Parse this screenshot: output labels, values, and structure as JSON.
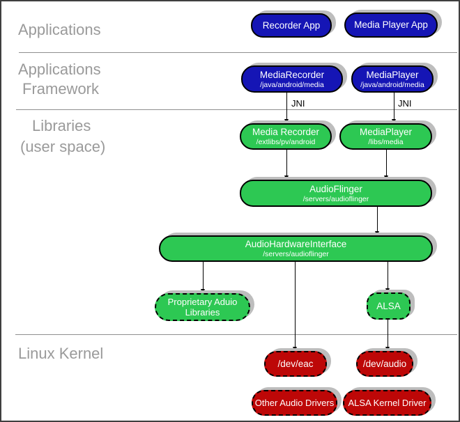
{
  "colors": {
    "blue": "#1515b5",
    "green": "#2dc853",
    "red": "#bd0707",
    "shadow": "#bdbdbd",
    "label_gray": "#9a9a9a",
    "divider_gray": "#8f8f8f"
  },
  "sections": {
    "applications": "Applications",
    "framework_line1": "Applications",
    "framework_line2": "Framework",
    "libraries_line1": "Libraries",
    "libraries_line2": "(user space)",
    "kernel": "Linux Kernel"
  },
  "annotations": {
    "jni_left": "JNI",
    "jni_right": "JNI"
  },
  "boxes": {
    "recorder_app": {
      "label": "Recorder App"
    },
    "media_player_app": {
      "label": "Media Player App"
    },
    "media_recorder_fw": {
      "label": "MediaRecorder",
      "sublabel": "/java/android/media"
    },
    "media_player_fw": {
      "label": "MediaPlayer",
      "sublabel": "/java/android/media"
    },
    "media_recorder_lib": {
      "label": "Media Recorder",
      "sublabel": "/extlibs/pv/android"
    },
    "media_player_lib": {
      "label": "MediaPlayer",
      "sublabel": "/libs/media"
    },
    "audioflinger": {
      "label": "AudioFlinger",
      "sublabel": "/servers/audioflinger"
    },
    "audio_hardware_interface": {
      "label": "AudioHardwareInterface",
      "sublabel": "/servers/audioflinger"
    },
    "proprietary_audio_libraries": {
      "label": "Proprietary Aduio Libraries"
    },
    "alsa": {
      "label": "ALSA"
    },
    "dev_eac": {
      "label": "/dev/eac"
    },
    "dev_audio": {
      "label": "/dev/audio"
    },
    "other_audio_drivers": {
      "label": "Other Audio Drivers"
    },
    "alsa_kernel_driver": {
      "label": "ALSA Kernel Driver"
    }
  }
}
